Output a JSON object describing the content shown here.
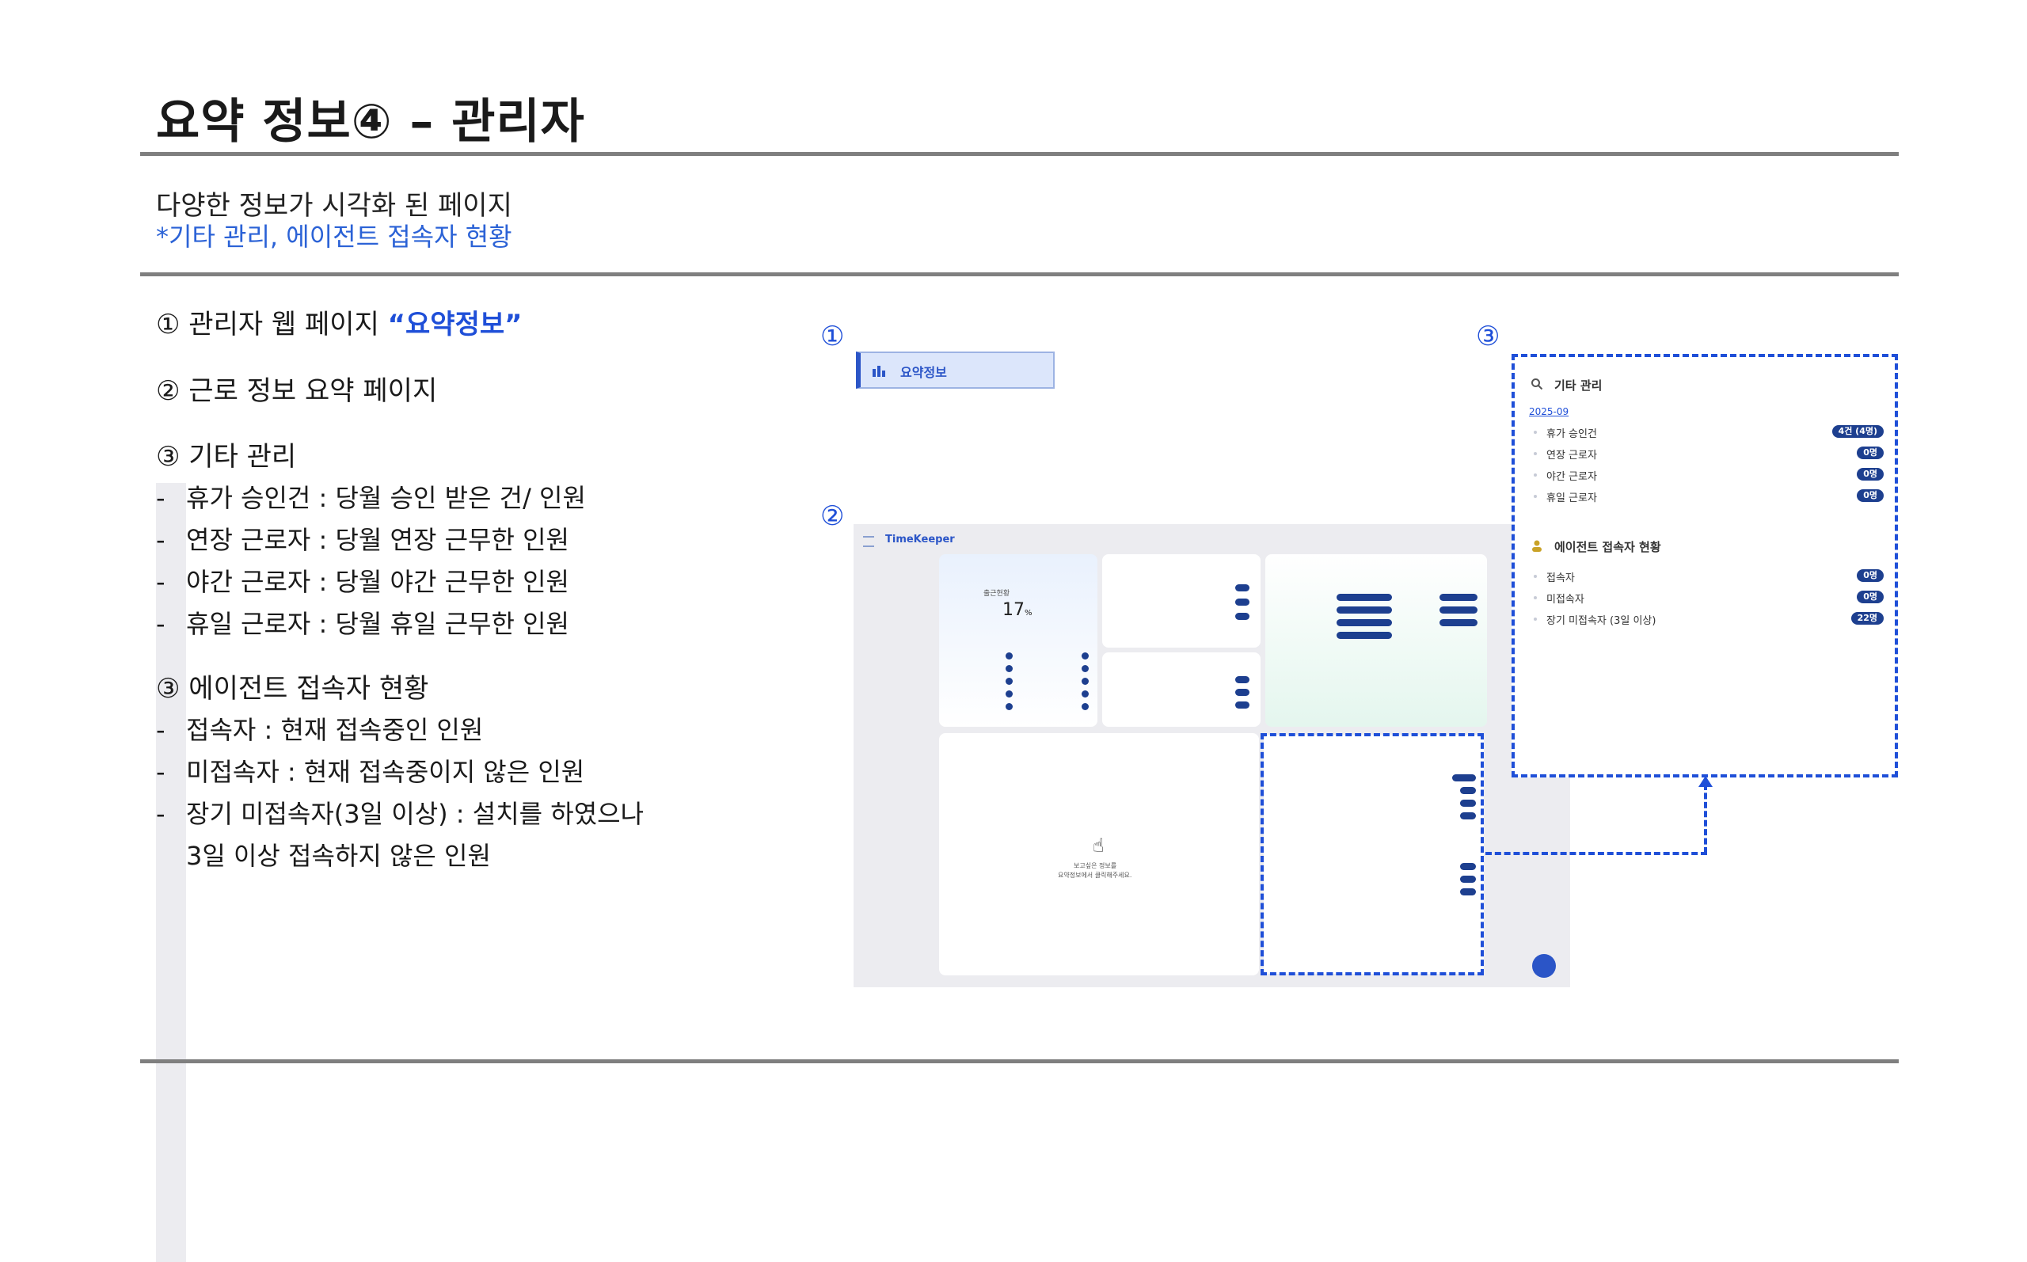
{
  "slide": {
    "title": "요약 정보④ – 관리자",
    "subtitle": "다양한 정보가 시각화 된 페이지",
    "subtitle_note": "*기타 관리, 에이전트 접속자 현황"
  },
  "left": {
    "item1_prefix": "① 관리자 웹 페이지 ",
    "item1_highlight": "“요약정보”",
    "item2": "② 근로 정보 요약 페이지",
    "item3": "③ 기타 관리",
    "item3_bullets": [
      "휴가 승인건 : 당월 승인 받은 건/ 인원",
      "연장 근로자 : 당월 연장 근무한 인원",
      "야간 근로자 : 당월 야간 근무한 인원",
      "휴일 근로자 : 당월 휴일 근무한 인원"
    ],
    "item4": "③ 에이전트 접속자 현황",
    "item4_bullets": [
      "접속자 : 현재 접속중인 인원",
      "미접속자 : 현재 접속중이지 않은 인원",
      "장기 미접속자(3일 이상) : 설치를 하였으나"
    ],
    "item4_continuation": "3일 이상 접속하지 않은 인원"
  },
  "callouts": {
    "n1": "①",
    "n2": "②",
    "n3": "③"
  },
  "navchip": {
    "label": "요약정보"
  },
  "dashboard": {
    "logo": "TimeKeeper",
    "attendance_label": "출근현황",
    "attendance_value": "17",
    "attendance_unit": "%",
    "empty_msg_1": "보고싶은 정보를",
    "empty_msg_2": "요약정보에서 클릭해주세요."
  },
  "zoom": {
    "title": "기타 관리",
    "date": "2025-09",
    "rows": [
      {
        "label": "휴가 승인건",
        "badge": "4건 (4명)"
      },
      {
        "label": "연장 근로자",
        "badge": "0명"
      },
      {
        "label": "야간 근로자",
        "badge": "0명"
      },
      {
        "label": "휴일 근로자",
        "badge": "0명"
      }
    ],
    "agent_title": "에이전트 접속자 현황",
    "agent_rows": [
      {
        "label": "접속자",
        "badge": "0명"
      },
      {
        "label": "미접속자",
        "badge": "0명"
      },
      {
        "label": "장기 미접속자 (3일 이상)",
        "badge": "22명"
      }
    ]
  },
  "colors": {
    "accent": "#1f4fd8",
    "badge": "#1d3f8f",
    "rule": "#7f7f7f"
  }
}
